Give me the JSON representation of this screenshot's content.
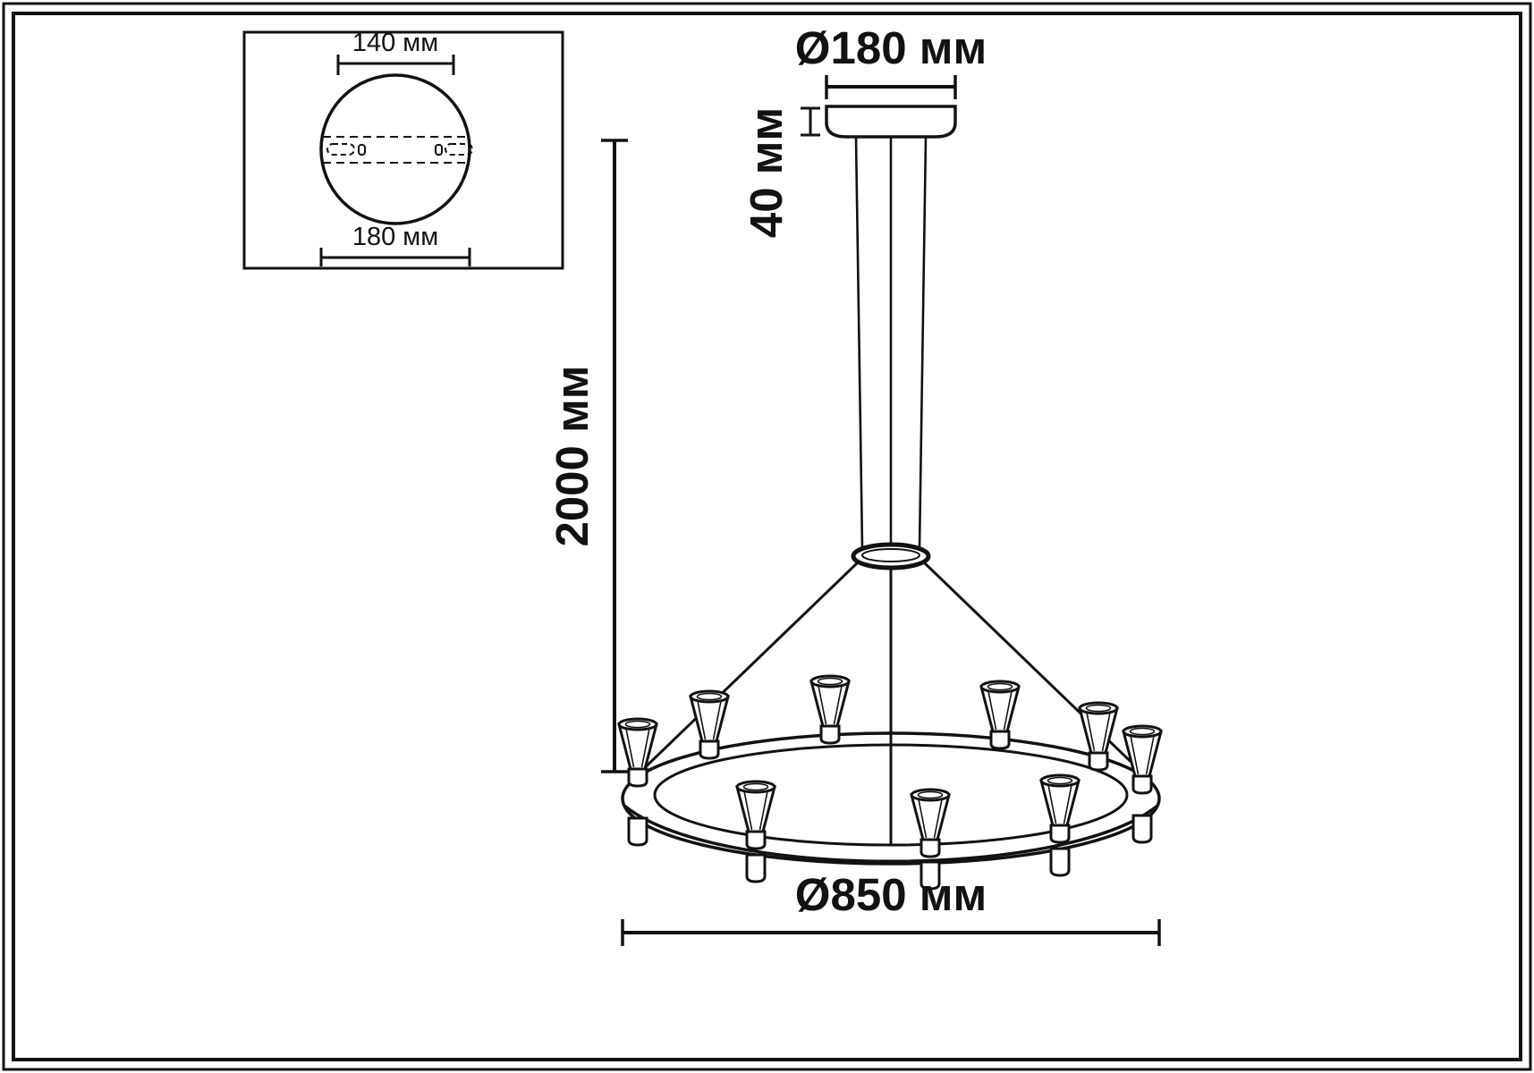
{
  "colors": {
    "line": "#121212",
    "background": "#ffffff"
  },
  "inset": {
    "inner_diameter_label": "140 мм",
    "outer_diameter_label": "180 мм"
  },
  "main": {
    "canopy_diameter_label": "Ø180 мм",
    "canopy_height_label": "40 мм",
    "suspension_length_label": "2000 мм",
    "ring_diameter_label": "Ø850 мм"
  }
}
